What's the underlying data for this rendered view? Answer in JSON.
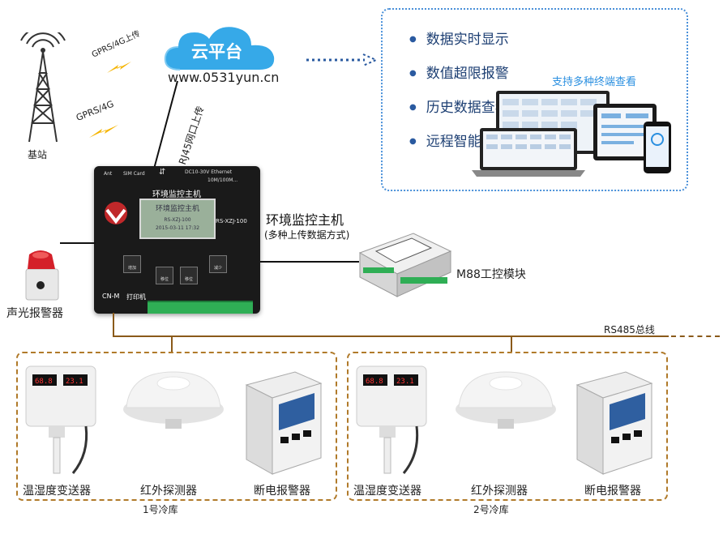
{
  "base_station": {
    "label": "基站"
  },
  "gprs_top": "GPRS/4G上传",
  "gprs_mid": "GPRS/4G",
  "cloud": {
    "title": "云平台",
    "url": "www.0531yun.cn"
  },
  "rj45": "RJ45网口上传",
  "features": [
    "数据实时显示",
    "数值超限报警",
    "历史数据查看",
    "远程智能联动"
  ],
  "terminal_label": "支持多种终端查看",
  "host": {
    "title": "环境监控主机",
    "subtitle": "(多种上传数据方式)",
    "panel_title": "环境监控主机",
    "lcd_line1": "环境监控主机",
    "lcd_line2": "RS-XZJ-100",
    "lcd_line3": "2015-03-11 17:32",
    "model": "RS-XZJ-100",
    "ant": "Ant",
    "sim": "SIM Card",
    "power": "DC10-30V  Ethernet",
    "speed": "10M/100M...",
    "btn1": "增加",
    "btn2": "移位",
    "btn3": "移位",
    "btn4": "减少",
    "cnm": "CN-M",
    "printer": "打印机"
  },
  "alarm_light": "声光报警器",
  "m88": "M88工控模块",
  "bus": "RS485总线",
  "rooms": [
    {
      "name": "1号冷库",
      "devices": [
        "温湿度变送器",
        "红外探测器",
        "断电报警器"
      ]
    },
    {
      "name": "2号冷库",
      "devices": [
        "温湿度变送器",
        "红外探测器",
        "断电报警器"
      ]
    }
  ],
  "colors": {
    "cloud": "#36a9e8",
    "accent": "#1d3f73",
    "room_border": "#b07a2a",
    "lightning": "#f5b400"
  }
}
